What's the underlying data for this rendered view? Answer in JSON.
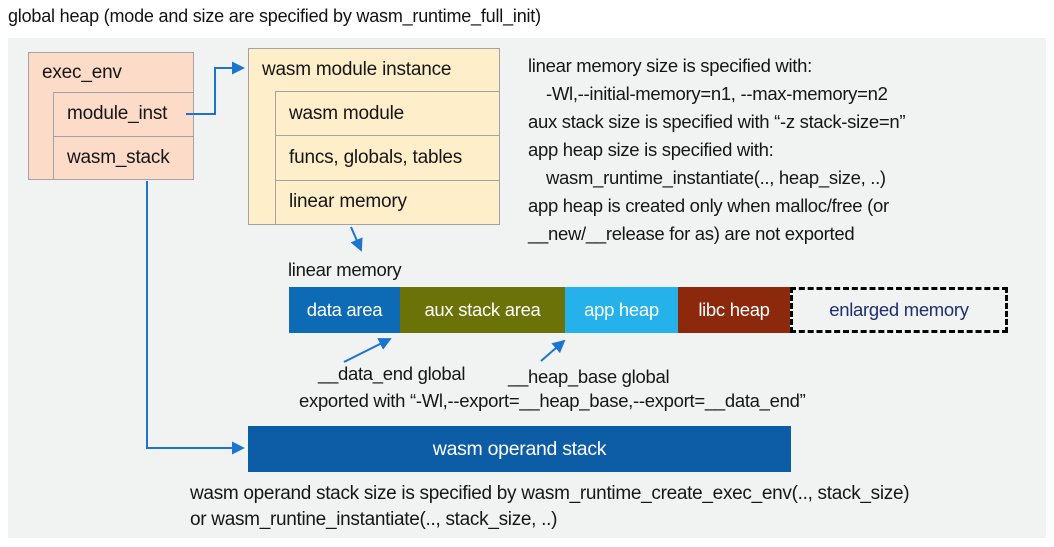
{
  "title": "global heap (mode and size are specified by wasm_runtime_full_init)",
  "exec_env": {
    "header": "exec_env",
    "rows": [
      "module_inst",
      "wasm_stack"
    ]
  },
  "module_instance": {
    "header": "wasm module instance",
    "rows": [
      "wasm module",
      "funcs, globals, tables",
      "linear memory"
    ]
  },
  "right_notes": {
    "lines": [
      {
        "text": "linear memory size is specified with:",
        "indent": false
      },
      {
        "text": "-Wl,--initial-memory=n1, --max-memory=n2",
        "indent": true
      },
      {
        "text": "aux stack size is specified with “-z stack-size=n”",
        "indent": false
      },
      {
        "text": "app heap size is specified with:",
        "indent": false
      },
      {
        "text": "wasm_runtime_instantiate(.., heap_size, ..)",
        "indent": true
      },
      {
        "text": "app heap is created only when malloc/free (or",
        "indent": false
      },
      {
        "text": "__new/__release for as) are not exported",
        "indent": false
      }
    ]
  },
  "linear_memory": {
    "label": "linear memory",
    "segments": [
      {
        "label": "data area",
        "color": "#0d6bb5"
      },
      {
        "label": "aux stack area",
        "color": "#6b7208"
      },
      {
        "label": "app heap",
        "color": "#25b2ea"
      },
      {
        "label": "libc heap",
        "color": "#8c290c"
      },
      {
        "label": "enlarged memory",
        "color": "none-dashed-outline",
        "text_color": "#1b2f6e"
      }
    ]
  },
  "annotations": {
    "data_end_label": "__data_end global",
    "heap_base_label": "__heap_base global",
    "export_line": "exported with “-Wl,--export=__heap_base,--export=__data_end”"
  },
  "operand_stack": {
    "label": "wasm operand stack",
    "notes": [
      "wasm operand stack size is specified by wasm_runtime_create_exec_env(.., stack_size)",
      "or wasm_runtine_instantiate(.., stack_size, ..)"
    ]
  },
  "colors": {
    "panel_bg": "#f1f2f2",
    "exec_env_fill": "#fcdbc8",
    "module_instance_fill": "#feeeca",
    "box_border": "#a3a3a3",
    "connector_blue": "#1b75d0",
    "data_area": "#0d6bb5",
    "aux_stack_area": "#6b7208",
    "app_heap": "#25b2ea",
    "libc_heap": "#8c290c",
    "enlarged_memory_text": "#1b2f6e",
    "operand_stack_fill": "#0d5ca6"
  }
}
